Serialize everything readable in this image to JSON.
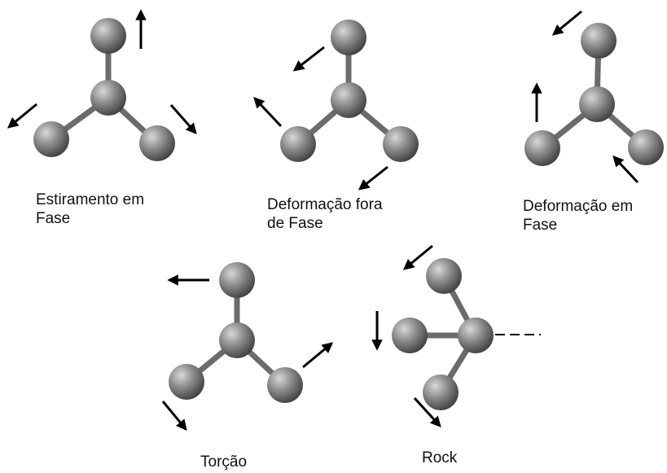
{
  "colors": {
    "background": "#ffffff",
    "bond": "#6b6b6b",
    "atom_light": "#d8d8d8",
    "atom_mid": "#8c8c8c",
    "atom_dark": "#3a3a3a",
    "arrow": "#000000",
    "text": "#111111"
  },
  "modes": [
    {
      "id": "symmetric-stretch",
      "lines": [
        "Estiramento em",
        "Fase"
      ]
    },
    {
      "id": "asymmetric-deformation",
      "lines": [
        "Deformação fora",
        "de Fase"
      ]
    },
    {
      "id": "symmetric-deformation",
      "lines": [
        "Deformação em",
        "Fase"
      ]
    },
    {
      "id": "twist",
      "lines": [
        "Torção"
      ]
    },
    {
      "id": "rock",
      "lines": [
        "Rock"
      ]
    }
  ]
}
